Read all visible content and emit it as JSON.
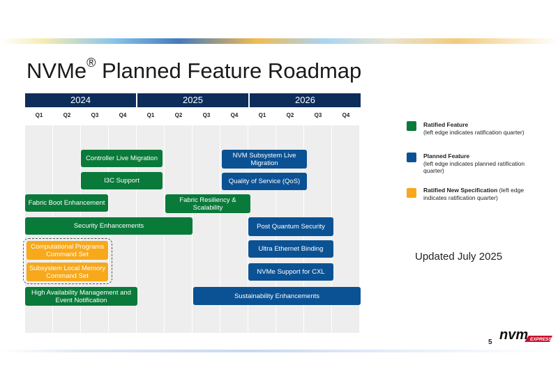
{
  "slide": {
    "title": "NVMe",
    "title_reg": "®",
    "title_rest": " Planned Feature Roadmap",
    "updated": "Updated July 2025",
    "page_number": "5",
    "logo_text": "nvm",
    "logo_subtext": "EXPRESS"
  },
  "roadmap": {
    "years": [
      "2024",
      "2025",
      "2026"
    ],
    "quarters": [
      "Q1",
      "Q2",
      "Q3",
      "Q4",
      "Q1",
      "Q2",
      "Q3",
      "Q4",
      "Q1",
      "Q2",
      "Q3",
      "Q4"
    ],
    "features": [
      {
        "label": "Controller Live Migration",
        "status": "ratified"
      },
      {
        "label": "I3C Support",
        "status": "ratified"
      },
      {
        "label": "Fabric Boot Enhancement",
        "status": "ratified"
      },
      {
        "label": "Security Enhancements",
        "status": "ratified"
      },
      {
        "label": "Computational Programs Command Set",
        "status": "new-spec"
      },
      {
        "label": "Subsystem Local Memory Command Set",
        "status": "new-spec"
      },
      {
        "label": "High Availability Management and Event Notification",
        "status": "ratified"
      },
      {
        "label": "Fabric Resiliency & Scalability",
        "status": "ratified"
      },
      {
        "label": "NVM Subsystem Live Migration",
        "status": "planned"
      },
      {
        "label": "Quality of Service (QoS)",
        "status": "planned"
      },
      {
        "label": "Post Quantum Security",
        "status": "planned"
      },
      {
        "label": "Ultra Ethernet Binding",
        "status": "planned"
      },
      {
        "label": "NVMe Support for CXL",
        "status": "planned"
      },
      {
        "label": "Sustainability Enhancements",
        "status": "planned"
      }
    ]
  },
  "legend": [
    {
      "title": "Ratified Feature",
      "desc": "(left edge indicates ratification quarter)",
      "color": "#0a7a3a"
    },
    {
      "title": "Planned Feature",
      "desc": "(left edge indicates planned ratification quarter)",
      "color": "#0b5294"
    },
    {
      "title": "Ratified New Specification",
      "desc": " (left edge indicates ratification quarter)",
      "color": "#f7a81b"
    }
  ],
  "colors": {
    "ratified": "#0a7a3a",
    "planned": "#0b5294",
    "new_spec": "#f7a81b",
    "header": "#0d2d5a"
  }
}
